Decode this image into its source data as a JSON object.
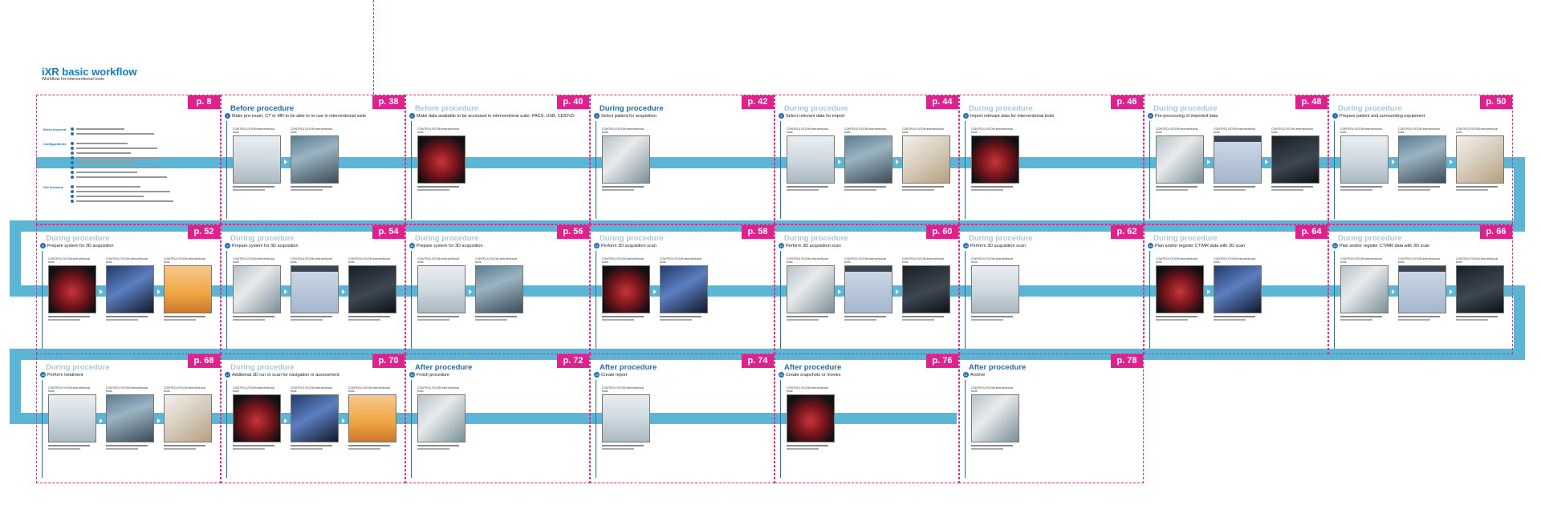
{
  "title": "iXR basic workflow",
  "subtitle": "Workflow for interventional tools",
  "colors": {
    "accent": "#e0208c",
    "band": "#5bb6d6",
    "heading": "#1e6fb5"
  },
  "panels": [
    {
      "page": "p. 8",
      "phase": "",
      "step": "",
      "num": "",
      "thumbs": 0
    },
    {
      "page": "p. 38",
      "phase": "Before procedure",
      "step": "Make pre-exam, CT or MR to be able to re-use in interventional suite",
      "num": "1",
      "thumbs": 2
    },
    {
      "page": "p. 40",
      "phase": "Before procedure",
      "step": "Make data available to be accessed in interventional suite: PACS, USB, CD/DVD",
      "num": "2",
      "thumbs": 1
    },
    {
      "page": "p. 42",
      "phase": "During procedure",
      "step": "Select patient for acquisition",
      "num": "3",
      "thumbs": 1
    },
    {
      "page": "p. 44",
      "phase": "During procedure",
      "step": "Select relevant data for import",
      "num": "4",
      "thumbs": 3
    },
    {
      "page": "p. 46",
      "phase": "During procedure",
      "step": "Import relevant data for interventional tools",
      "num": "5",
      "thumbs": 1
    },
    {
      "page": "p. 48",
      "phase": "During procedure",
      "step": "Pre-processing of imported data",
      "num": "6",
      "thumbs": 3
    },
    {
      "page": "p. 50",
      "phase": "During procedure",
      "step": "Prepare patient and surrounding equipment",
      "num": "7",
      "thumbs": 3
    },
    {
      "page": "p. 52",
      "phase": "During procedure",
      "step": "Prepare system for 3D acquisition",
      "num": "8",
      "thumbs": 3
    },
    {
      "page": "p. 54",
      "phase": "During procedure",
      "step": "Prepare system for 3D acquisition",
      "num": "9",
      "thumbs": 3
    },
    {
      "page": "p. 56",
      "phase": "During procedure",
      "step": "Prepare system for 3D acquisition",
      "num": "10",
      "thumbs": 2
    },
    {
      "page": "p. 58",
      "phase": "During procedure",
      "step": "Perform 3D acquisition scan",
      "num": "11",
      "thumbs": 2
    },
    {
      "page": "p. 60",
      "phase": "During procedure",
      "step": "Perform 3D acquisition scan",
      "num": "12",
      "thumbs": 3
    },
    {
      "page": "p. 62",
      "phase": "During procedure",
      "step": "Perform 3D acquisition scan",
      "num": "13",
      "thumbs": 1
    },
    {
      "page": "p. 64",
      "phase": "During procedure",
      "step": "Plan and/or register CT/MR data with 3D scan",
      "num": "14",
      "thumbs": 2
    },
    {
      "page": "p. 66",
      "phase": "During procedure",
      "step": "Plan and/or register CT/MR data with 3D scan",
      "num": "15",
      "thumbs": 3
    },
    {
      "page": "p. 68",
      "phase": "During procedure",
      "step": "Perform treatment",
      "num": "16",
      "thumbs": 3
    },
    {
      "page": "p. 70",
      "phase": "During procedure",
      "step": "Additional 3D run or scan for navigation or assessment",
      "num": "17",
      "thumbs": 3
    },
    {
      "page": "p. 72",
      "phase": "After procedure",
      "step": "Finish procedure",
      "num": "18",
      "thumbs": 1
    },
    {
      "page": "p. 74",
      "phase": "After procedure",
      "step": "Create report",
      "num": "19",
      "thumbs": 1
    },
    {
      "page": "p. 76",
      "phase": "After procedure",
      "step": "Create snapshots or movies",
      "num": "20",
      "thumbs": 1
    },
    {
      "page": "p. 78",
      "phase": "After procedure",
      "step": "Archive",
      "num": "21",
      "thumbs": 1
    }
  ],
  "legend": {
    "groups": [
      "Roles involved",
      "Configurations",
      "Not included"
    ]
  },
  "thumb_caption": "CONTROL ROOM interventional tools"
}
